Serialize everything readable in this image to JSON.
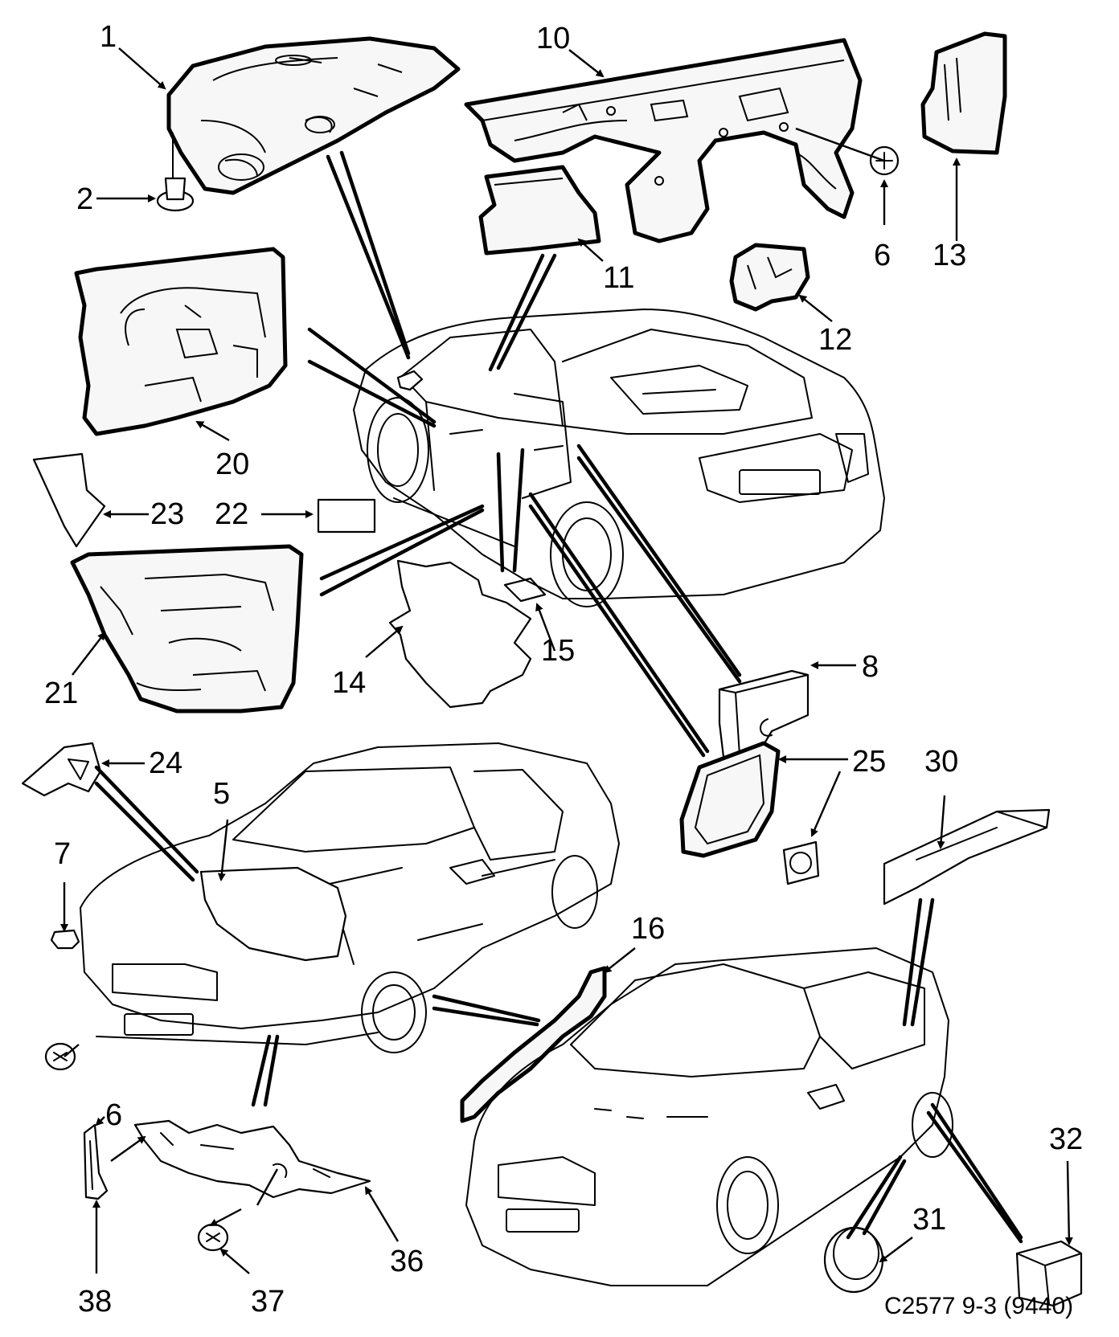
{
  "diagram": {
    "reference_code": "C2577 9-3 (9440)",
    "callouts": [
      "1",
      "2",
      "10",
      "13",
      "6",
      "11",
      "12",
      "20",
      "23",
      "22",
      "8",
      "15",
      "14",
      "21",
      "24",
      "25",
      "30",
      "5",
      "7",
      "16",
      "6",
      "32",
      "31",
      "36",
      "38",
      "37"
    ]
  }
}
